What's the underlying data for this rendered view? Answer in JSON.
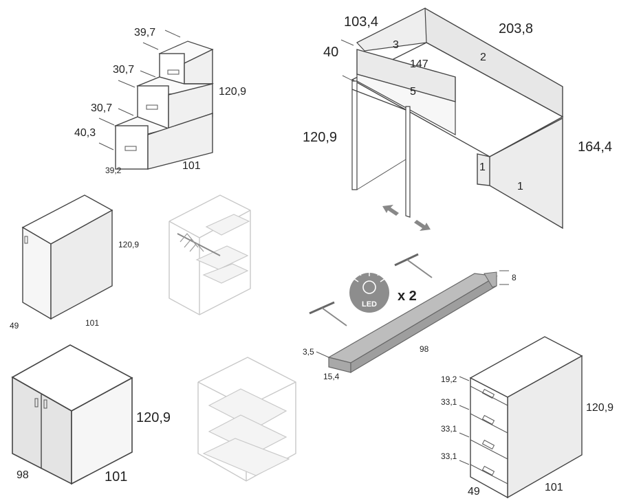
{
  "stair_unit": {
    "heights": [
      "39,7",
      "30,7",
      "30,7",
      "40,3"
    ],
    "total_height": "120,9",
    "depth": "39,2",
    "width": "101"
  },
  "desk": {
    "width": "203,8",
    "depth": "103,4",
    "top_height": "40",
    "left_height": "120,9",
    "right_height": "164,4",
    "inner": "147",
    "part_labels": [
      "3",
      "2",
      "5",
      "1",
      "1"
    ]
  },
  "cabinet_single": {
    "height": "120,9",
    "depth": "49",
    "width": "101"
  },
  "cabinet_double": {
    "height": "120,9",
    "depth": "98",
    "width": "101"
  },
  "led_shelf": {
    "badge": "LED",
    "multiplier": "x 2",
    "height": "8",
    "length": "98",
    "thickness": "3,5",
    "depth": "15,4"
  },
  "drawer_unit": {
    "drawer_heights": [
      "19,2",
      "33,1",
      "33,1",
      "33,1"
    ],
    "height": "120,9",
    "depth": "49",
    "width": "101"
  }
}
